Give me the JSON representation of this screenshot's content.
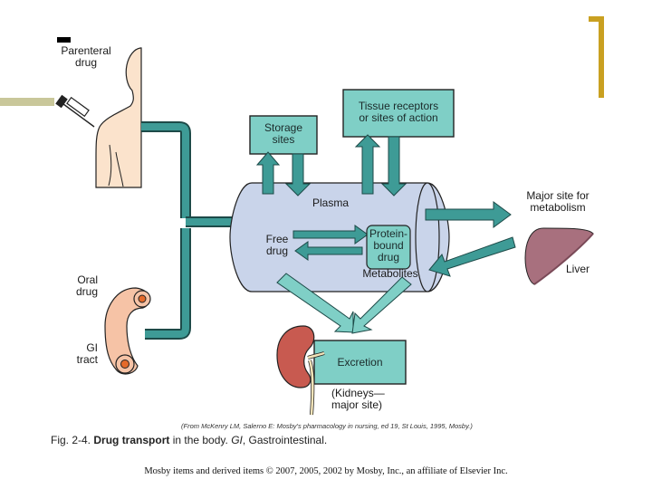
{
  "slide": {
    "accent_colors": {
      "left_bar": "#c9c79a",
      "top_right_bracket": "#c9a021",
      "pathway_teal": "#3e9b96",
      "box_teal": "#7fcfc6",
      "plasma_fill": "#c9d4ea",
      "liver": "#a8707e",
      "kidney": "#c85a50",
      "skin": "#fbe3cc",
      "gi_tract": "#f6c3a6"
    },
    "copyright": "Mosby items and derived items © 2007, 2005, 2002 by Mosby, Inc., an affiliate of Elsevier Inc."
  },
  "diagram": {
    "parenteral_label": [
      "Parenteral",
      "drug"
    ],
    "oral_label": [
      "Oral",
      "drug"
    ],
    "gi_label": [
      "GI",
      "tract"
    ],
    "storage_label": [
      "Storage",
      "sites"
    ],
    "tissue_label": [
      "Tissue receptors",
      "or sites of action"
    ],
    "plasma_label": "Plasma",
    "free_drug_label": [
      "Free",
      "drug"
    ],
    "protein_bound_label": [
      "Protein-",
      "bound",
      "drug"
    ],
    "metabolites_label": "Metabolites",
    "metabolism_label": [
      "Major site for",
      "metabolism"
    ],
    "liver_label": "Liver",
    "excretion_label": "Excretion",
    "kidneys_label": [
      "(Kidneys—",
      "major site)"
    ]
  },
  "figure": {
    "citation": "(From McKenry LM, Salerno E: Mosby's pharmacology in nursing, ed 19, St Louis, 1995, Mosby.)",
    "caption_number": "Fig. 2-4.",
    "caption_bold": "Drug transport",
    "caption_rest": " in the body. ",
    "caption_abbrev": "GI",
    "caption_expansion": ", Gastrointestinal."
  }
}
